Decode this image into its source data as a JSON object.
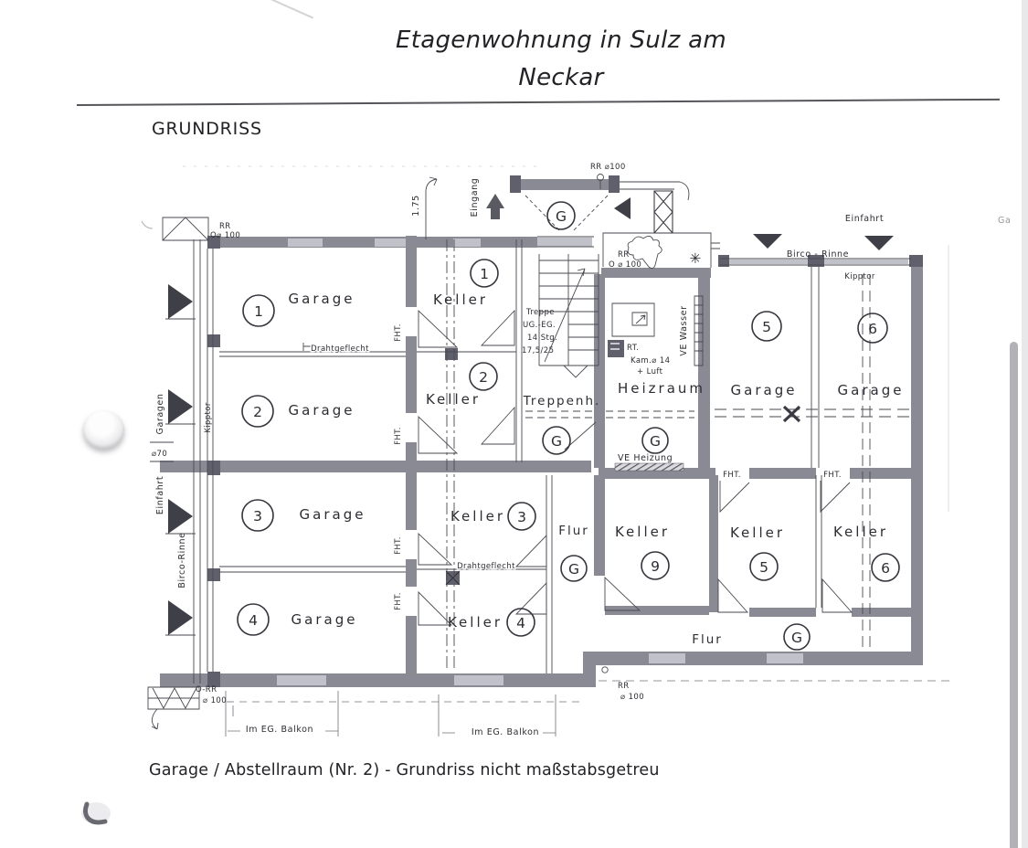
{
  "document": {
    "title_line1": "Etagenwohnung in Sulz am",
    "title_line2": "Neckar",
    "section_heading": "GRUNDRISS",
    "caption": "Garage / Abstellraum (Nr. 2) - Grundriss nicht maßstabsgetreu"
  },
  "plan": {
    "labels": {
      "garage": "Garage",
      "keller": "Keller",
      "flur": "Flur",
      "treppenhaus": "Treppenh.",
      "heizraum": "Heizraum"
    },
    "annotations": {
      "rr": "RR",
      "rr_dia_100": "RR ⌀100",
      "o_dia_100": "O⌀ 100",
      "o_dia_100_sp": "O ⌀ 100",
      "dia_100": "⌀ 100",
      "o_dash_rr": "O-RR",
      "birco_rinne": "Birco - Rinne",
      "birco_rinne_left": "Birco-Rinne",
      "kipptor": "Kipptor",
      "einfahrt": "Einfahrt",
      "einfahrt_suffix": "Ga",
      "garagen": "Garagen",
      "dia_70": "⌀70",
      "eingang": "Eingang",
      "dim_175": "1.75",
      "treppe_1": "Treppe",
      "treppe_2": "UG.-EG.",
      "treppe_3": "14 Stg.",
      "treppe_4": "17,5/25",
      "rt": "RT.",
      "kam": "Kam.⌀ 14",
      "luft": "+ Luft",
      "ve_wasser": "VE Wasser",
      "ve_heizung": "VE Heizung",
      "fht": "FHT.",
      "drahtgeflecht": "Drahtgeflecht",
      "im_eg_balkon": "Im EG. Balkon"
    },
    "markers": {
      "m1": "1",
      "m2": "2",
      "m3": "3",
      "m4": "4",
      "m5": "5",
      "m6": "6",
      "m9": "9",
      "g": "G"
    },
    "icons": {
      "star": "✳"
    }
  },
  "colors": {
    "paper": "#ffffff",
    "ink": "#3e3e46",
    "wall": "#8a8a94",
    "wall_light": "#c1c1c9",
    "scrollbar_thumb": "#b2b2b6"
  }
}
